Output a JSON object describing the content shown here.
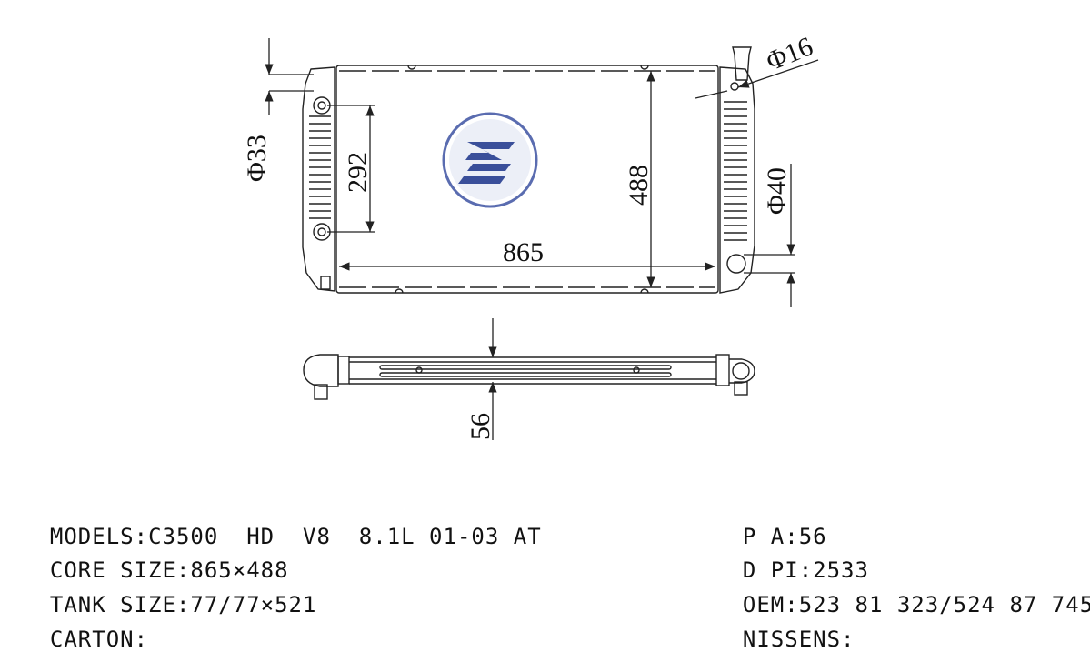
{
  "drawing": {
    "dimensions": {
      "core_width": "865",
      "core_height": "488",
      "inlet_spacing": "292",
      "diameter_left": "Φ33",
      "diameter_filler": "Φ16",
      "diameter_outlet": "Φ40",
      "core_thickness": "56"
    }
  },
  "specs": {
    "models": {
      "label": "MODELS:",
      "value": "C3500  HD  V8  8.1L 01-03 AT"
    },
    "core_size": {
      "label": "CORE SIZE:",
      "value": "865×488"
    },
    "tank_size": {
      "label": "TANK SIZE:",
      "value": "77/77×521"
    },
    "carton": {
      "label": "CARTON:",
      "value": ""
    },
    "pa": {
      "label": "P A:",
      "value": "56"
    },
    "dpi": {
      "label": "D PI:",
      "value": "2533"
    },
    "oem": {
      "label": "OEM:",
      "value": "523 81 323/524 87 745"
    },
    "nissens": {
      "label": "NISSENS:",
      "value": ""
    }
  },
  "colors": {
    "line": "#222222",
    "logo_blue": "#3a4f9a"
  },
  "icons": {
    "logo": "company-logo-icon"
  }
}
